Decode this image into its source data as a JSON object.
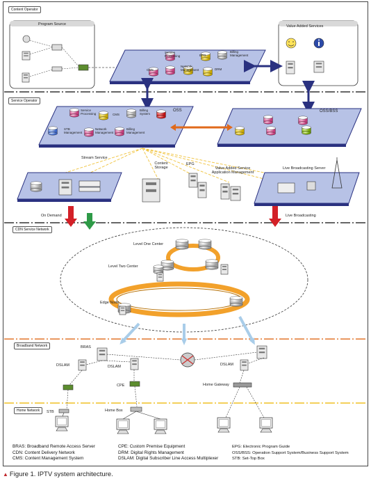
{
  "sections": {
    "content_operator": "Content Operator",
    "service_operator": "Service Operator",
    "cdn_service_network": "CDN Service Network",
    "broadband_network": "Broadband Network",
    "home_network": "Home Network"
  },
  "labels": {
    "program_source": "Program Source",
    "value_added_services": "Value Added Services",
    "oss": "OSS",
    "oss_bss": "OSS/BSS",
    "stream_service": "Stream Service",
    "content_storage": "Content Storage",
    "epg": "EPG",
    "value_added_service_app_mgmt": "Value Added Service Application Management",
    "live_broadcasting_server": "Live Broadcasting Server",
    "on_demand": "On Demand",
    "live_broadcasting": "Live Broadcasting",
    "level_one_center": "Level One Center",
    "level_two_center": "Level Two Center",
    "edge_node": "Edge Node",
    "bras": "BRAS",
    "dslam_1": "DSLAM",
    "dslam_2": "DSLAM",
    "dslam_3": "DSLAM",
    "cpe": "CPE",
    "home_gateway": "Home Gateway",
    "stb": "STB",
    "home_box": "Home Box"
  },
  "platform_top": {
    "service_processing": "Service Processing",
    "epg": "EPG",
    "billing_management": "Billing Management",
    "cms": "CMS",
    "network_management": "Network Management",
    "drm": "DRM"
  },
  "platform_oss": {
    "service_processing": "Service Processing",
    "cms": "CMS",
    "billing_system": "Billing System",
    "stb_management": "STB Management",
    "network_management": "Network Management",
    "billing_management": "Billing Management"
  },
  "legend": {
    "col1": [
      "BRAS: Broadband Remote Access Server",
      "CDN: Content Delivery Network",
      "CMS: Content Management System"
    ],
    "col2": [
      "CPE: Custom Premise Equipment",
      "DRM: Digital Rights Management",
      "DSLAM: Digital Subscriber Line Access Multiplexer"
    ],
    "col3": [
      "EPG: Electronic Program Guide",
      "OSS/BSS: Operation Support System/Business Support System",
      "STB: Set-Top Box"
    ]
  },
  "caption": "Figure 1. IPTV system architecture.",
  "colors": {
    "platform_top": "#b7c2e6",
    "platform_edge": "#2a3180",
    "arrow_red": "#d32027",
    "arrow_green": "#2e9a47",
    "arrow_light_blue": "#a9cde9",
    "ring_orange": "#f2a12b",
    "divider_orange": "#e2762b",
    "divider_yellow": "#f0c023",
    "dashed_yellow": "#f0c23a"
  }
}
